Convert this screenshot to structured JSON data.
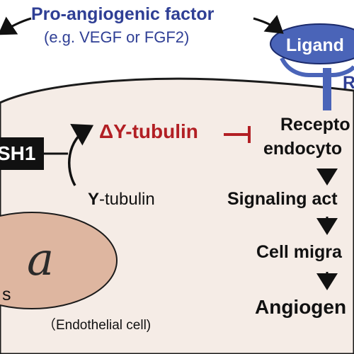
{
  "factor": {
    "title": "Pro-angiogenic factor",
    "subtitle": "(e.g. VEGF or FGF2)"
  },
  "ligand": {
    "label": "Ligand"
  },
  "receptor": {
    "label": "R"
  },
  "enzyme": {
    "label": "SH1"
  },
  "tubulin": {
    "modified": "ΔY-tubulin",
    "base_symbol": "Y",
    "base_suffix": "-tubulin"
  },
  "pathway": {
    "receptor_line1": "Recepto",
    "receptor_line2": "endocyto",
    "signaling": "Signaling act",
    "migration": "Cell migra",
    "angiogenesis": "Angiogen"
  },
  "cell_label": "（Endothelial cell)",
  "nucleus": {
    "script": "a",
    "text_fragment": "s"
  },
  "colors": {
    "factor_text": "#2f3f95",
    "ligand_fill": "#4a64b8",
    "inhibition": "#b21f24",
    "cell_fill": "#f5ece6",
    "nucleus_fill": "#deb6a0"
  }
}
